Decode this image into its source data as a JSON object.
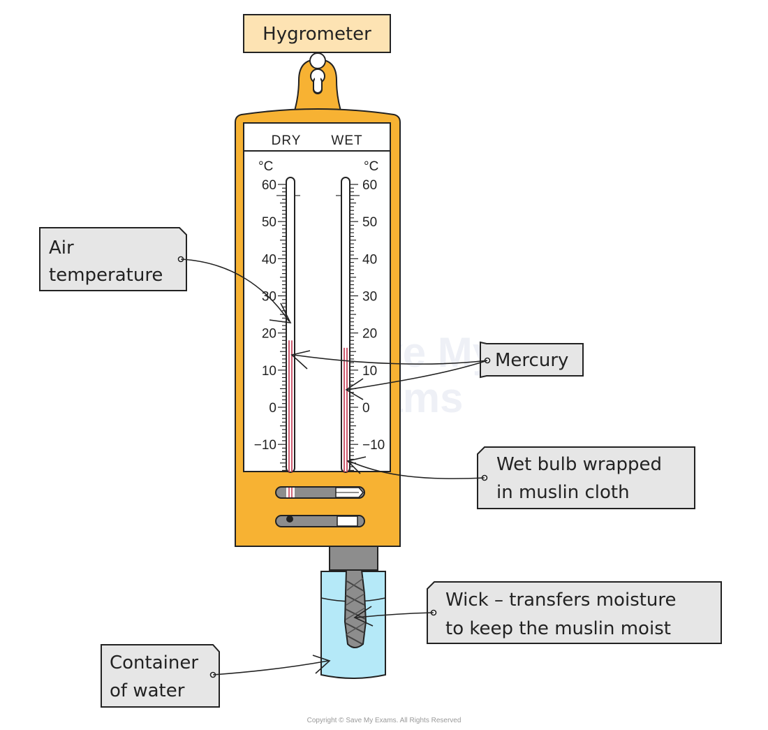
{
  "title": "Hygrometer",
  "thermometers": {
    "dry_header": "DRY",
    "wet_header": "WET",
    "unit": "°C",
    "scale": [
      "60",
      "50",
      "40",
      "30",
      "20",
      "10",
      "0",
      "−10"
    ],
    "dry_reading_c": 18,
    "wet_reading_c": 16
  },
  "labels": {
    "air_temperature": [
      "Air",
      "temperature"
    ],
    "mercury": [
      "Mercury"
    ],
    "wet_bulb": [
      "Wet bulb wrapped",
      "in muslin cloth"
    ],
    "wick": [
      "Wick – transfers moisture",
      "to keep the muslin moist"
    ],
    "container": [
      "Container",
      "of water"
    ]
  },
  "watermark": [
    "Save My",
    "Exams"
  ],
  "copyright": "Copyright © Save My Exams. All Rights Reserved",
  "colors": {
    "frame": "#f7b233",
    "outline": "#222222",
    "label_bg": "#e6e6e6",
    "title_bg": "#fde3b3",
    "mercury": "#c0304a",
    "water": "#b5e9f8",
    "wick": "#8d8d8d"
  }
}
